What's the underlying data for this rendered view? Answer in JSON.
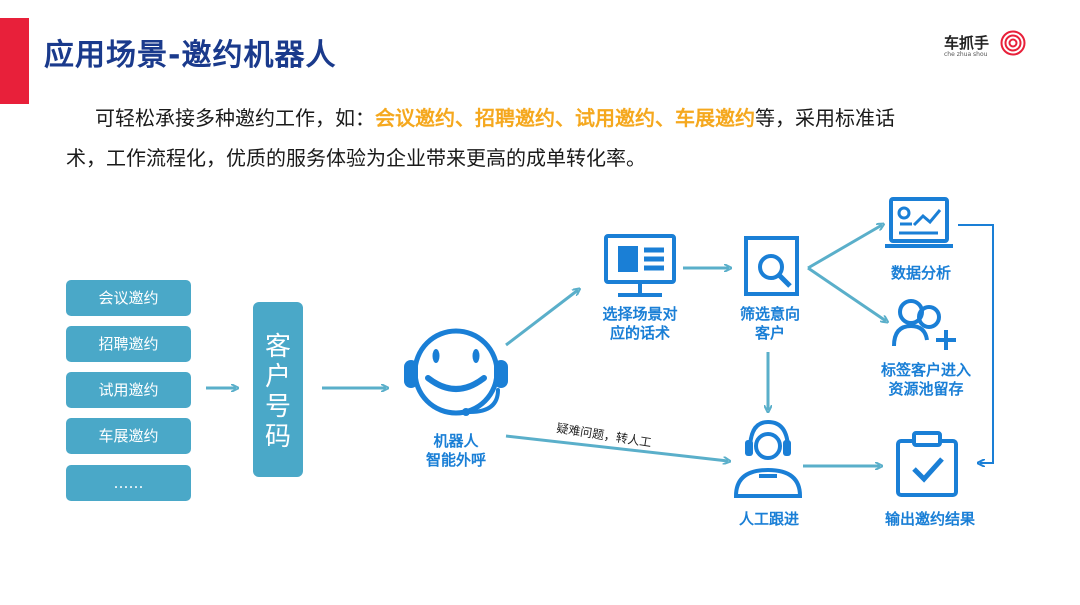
{
  "header": {
    "title": "应用场景-邀约机器人",
    "logo_text": "车抓手",
    "logo_sub": "che zhua shou"
  },
  "intro": {
    "line1_prefix": "可轻松承接多种邀约工作，如：",
    "highlights": "会议邀约、招聘邀约、试用邀约、车展邀约",
    "line1_suffix": "等，采用标准话",
    "line2": "术，工作流程化，优质的服务体验为企业带来更高的成单转化率。"
  },
  "scenarios": [
    "会议邀约",
    "招聘邀约",
    "试用邀约",
    "车展邀约",
    "……"
  ],
  "phone_box": {
    "label": "客户号码"
  },
  "nodes": {
    "robot": {
      "line1": "机器人",
      "line2": "智能外呼"
    },
    "script": {
      "line1": "选择场景对",
      "line2": "应的话术"
    },
    "filter": {
      "line1": "筛选意向",
      "line2": "客户"
    },
    "analysis": {
      "line1": "数据分析"
    },
    "pool": {
      "line1": "标签客户进入",
      "line2": "资源池留存"
    },
    "human": {
      "line1": "人工跟进"
    },
    "output": {
      "line1": "输出邀约结果"
    }
  },
  "edge_note": "疑难问题，转人工",
  "colors": {
    "accent": "#1a7fd6",
    "arrow": "#5aafca",
    "pill": "#4aa8c8",
    "highlight": "#f5a81e",
    "title": "#1a3a8c",
    "brand_red": "#e8203a"
  },
  "icons": [
    "headset-robot-icon",
    "monitor-script-icon",
    "search-doc-icon",
    "chart-analysis-icon",
    "add-users-icon",
    "human-agent-icon",
    "clipboard-check-icon",
    "logo-mark-icon"
  ]
}
